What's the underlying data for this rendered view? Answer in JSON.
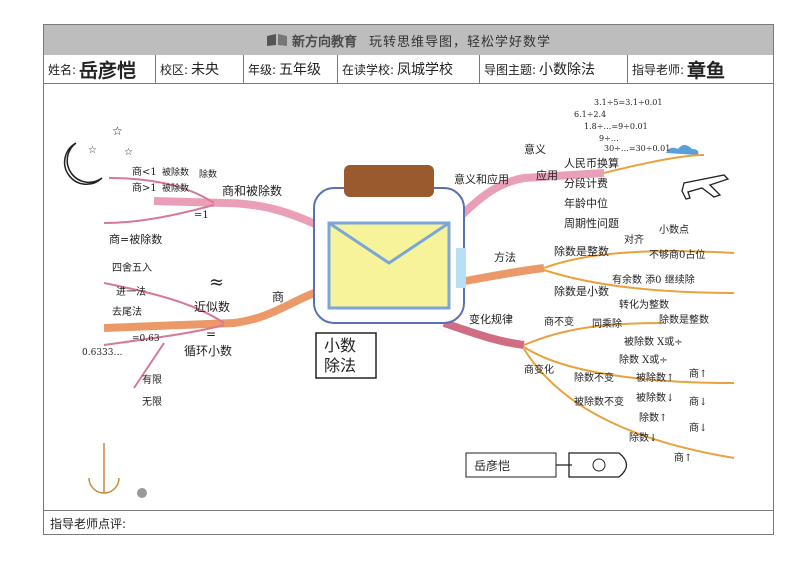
{
  "header": {
    "brand": "新方向教育",
    "slogan": "玩转思维导图，轻松学好数学"
  },
  "info": {
    "name_label": "姓名:",
    "name_value": "岳彦恺",
    "campus_label": "校区:",
    "campus_value": "未央",
    "grade_label": "年级:",
    "grade_value": "五年级",
    "school_label": "在读学校:",
    "school_value": "凤城学校",
    "topic_label": "导图主题:",
    "topic_value": "小数除法",
    "teacher_label": "指导老师:",
    "teacher_value": "章鱼"
  },
  "footer": {
    "comment_label": "指导老师点评:"
  },
  "mindmap": {
    "center": [
      "小数",
      "除法"
    ],
    "left_top": {
      "branch": "商和被除数",
      "items": [
        "商<1",
        "商>1",
        "=1",
        "商=被除数"
      ],
      "sub": [
        "除数",
        "被除数",
        "被除数"
      ]
    },
    "left_bottom": {
      "branch_a": "近似数",
      "branch_b": "商",
      "approx_sign": "≈",
      "items": [
        "四舍五入",
        "进一法",
        "去尾法"
      ],
      "eq_sign": "=",
      "cyclic": "循环小数",
      "examples": [
        "0.6333…",
        "=0.63",
        "有限",
        "无限"
      ]
    },
    "right_top": {
      "branch": "意义和应用",
      "sub1": "意义",
      "sub2": "应用",
      "formulas": [
        "3.1÷5=3.1÷0.01",
        "6.1÷2.4",
        "1.8÷…=9÷0.01",
        "9÷…",
        "30÷…=30÷0.01"
      ],
      "apps": [
        "人民币换算",
        "分段计费",
        "年龄中位",
        "周期性问题"
      ]
    },
    "right_mid": {
      "branch": "方法",
      "m1": "除数是整数",
      "m1a": "对齐",
      "m1b": "小数点",
      "m1c": "不够商0占位",
      "m2": "有余数 添0 继续除",
      "m3": "除数是小数",
      "m3a": "转化为整数",
      "m3b": "除数是整数"
    },
    "right_bottom": {
      "branch": "变化规律",
      "a": "商不变",
      "a1": "同乘除",
      "a2": "被除数 X或÷",
      "b": "商变化",
      "b1": "除数 X或÷",
      "b2": "除数不变",
      "b3": "被除数↑",
      "b4": "商↑",
      "b5": "被除数↓",
      "b6": "商↓",
      "b7": "被除数不变",
      "b8": "除数↑",
      "b9": "商↓",
      "b10": "除数↓",
      "b11": "商↑"
    },
    "signature": "岳彦恺"
  }
}
